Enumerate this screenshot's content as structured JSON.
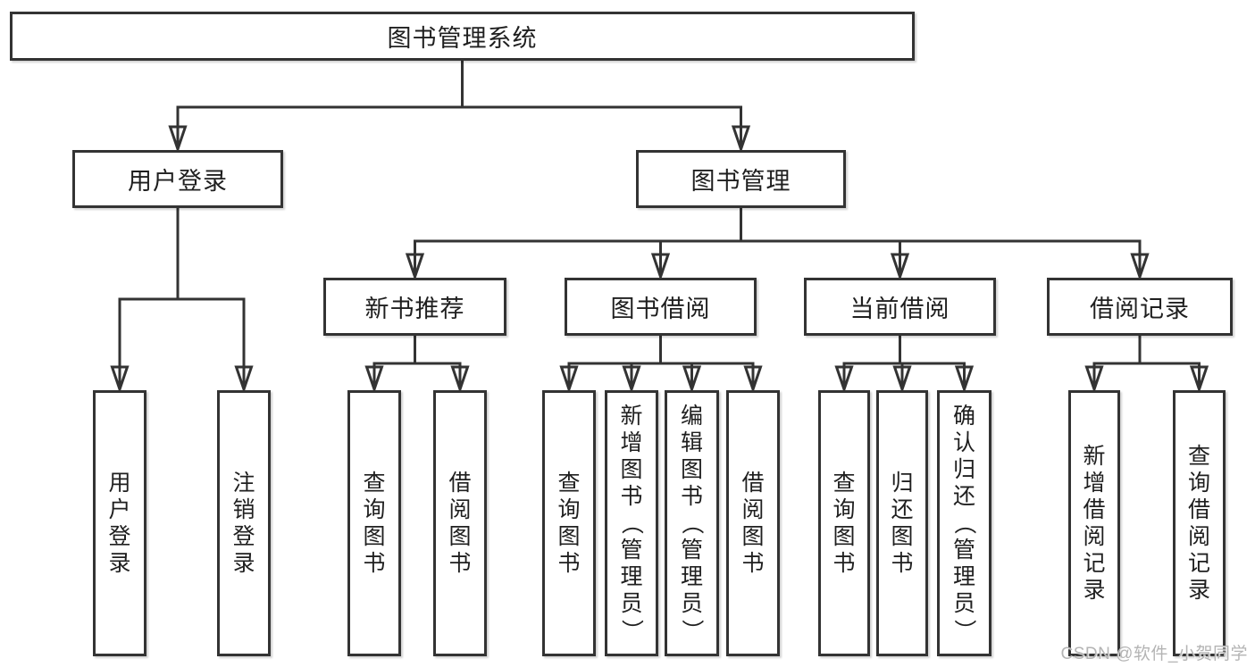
{
  "diagram": {
    "root": {
      "label": "图书管理系统"
    },
    "level2": {
      "user_login": {
        "label": "用户登录"
      },
      "book_mgmt": {
        "label": "图书管理"
      }
    },
    "level3": {
      "new_book_rec": {
        "label": "新书推荐"
      },
      "book_borrow": {
        "label": "图书借阅"
      },
      "current_borrow": {
        "label": "当前借阅"
      },
      "borrow_record": {
        "label": "借阅记录"
      }
    },
    "leaves": {
      "login": "用户登录",
      "logout": "注销登录",
      "rec_query_book": "查询图书",
      "rec_borrow_book": "借阅图书",
      "bb_query_book": "查询图书",
      "bb_add_book": "新增图书（管理员）",
      "bb_edit_book": "编辑图书（管理员）",
      "bb_borrow_book": "借阅图书",
      "cb_query_book": "查询图书",
      "cb_return_book": "归还图书",
      "cb_confirm_return": "确认归还（管理员）",
      "br_add_record": "新增借阅记录",
      "br_query_record": "查询借阅记录"
    }
  },
  "watermark": {
    "text": "CSDN @软件_小贺同学"
  },
  "colors": {
    "line": "#333333",
    "text": "#1f1f1f",
    "box_background": "#ffffff",
    "watermark": "#b4b4b4",
    "background": "#ffffff"
  }
}
